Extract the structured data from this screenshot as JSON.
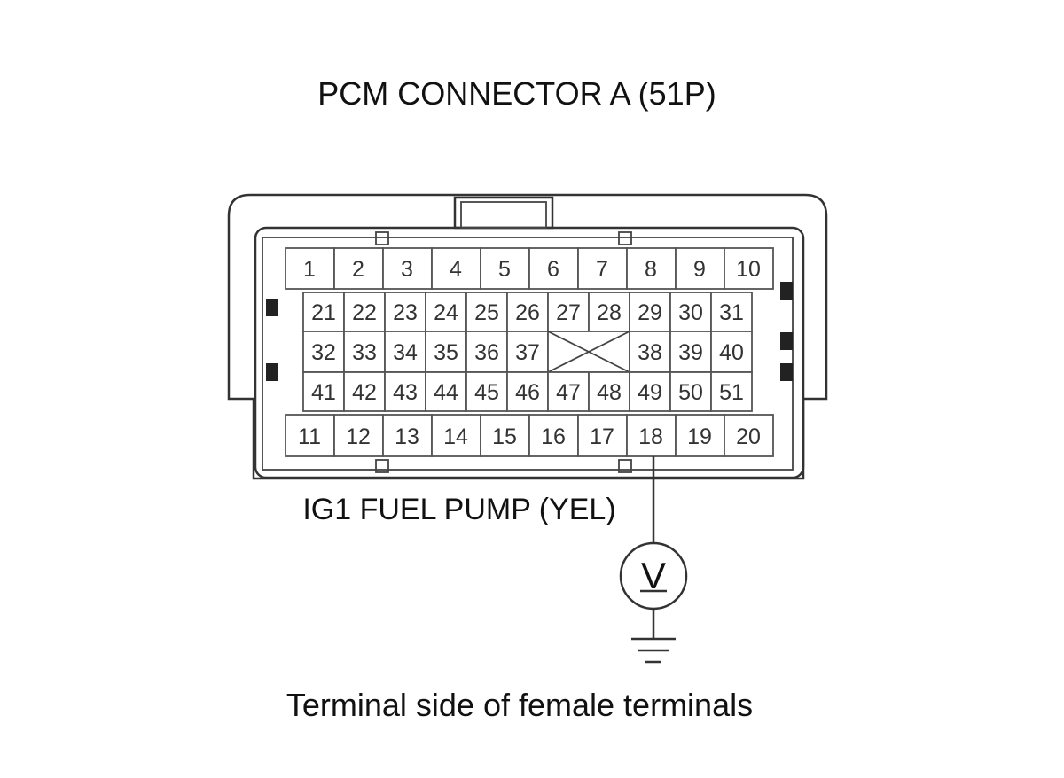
{
  "title": "PCM CONNECTOR A (51P)",
  "wire_label": "IG1 FUEL PUMP (YEL)",
  "footer": "Terminal side of female terminals",
  "probe_terminal": "18",
  "meter_symbol": "V",
  "rows": [
    [
      "1",
      "2",
      "3",
      "4",
      "5",
      "6",
      "7",
      "8",
      "9",
      "10"
    ],
    [
      "21",
      "22",
      "23",
      "24",
      "25",
      "26",
      "27",
      "28",
      "29",
      "30",
      "31"
    ],
    [
      "32",
      "33",
      "34",
      "35",
      "36",
      "37",
      "38",
      "39",
      "40"
    ],
    [
      "41",
      "42",
      "43",
      "44",
      "45",
      "46",
      "47",
      "48",
      "49",
      "50",
      "51"
    ],
    [
      "11",
      "12",
      "13",
      "14",
      "15",
      "16",
      "17",
      "18",
      "19",
      "20"
    ]
  ],
  "colors": {
    "line": "#333333",
    "text": "#111111"
  }
}
